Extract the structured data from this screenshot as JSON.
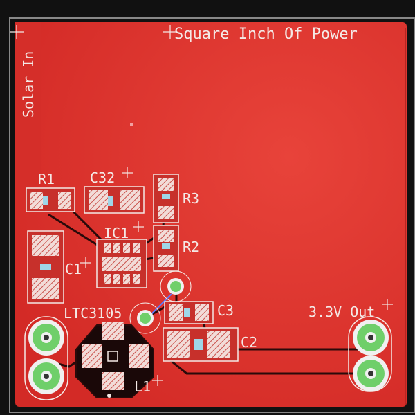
{
  "board": {
    "title": "Square Inch Of Power",
    "solar_label": "Solar In",
    "out_label": "3.3V Out"
  },
  "components": {
    "r1": "R1",
    "c32": "C32",
    "r3": "R3",
    "r2": "R2",
    "ic1": "IC1",
    "c1": "C1",
    "ic_part": "LTC3105",
    "c3": "C3",
    "c2": "C2",
    "l1": "L1"
  },
  "colors": {
    "board": "#e0332c",
    "background": "#111111",
    "silkscreen": "#f4e9e6",
    "pad": "#f0f0f0",
    "via": "#6fcf6a"
  }
}
